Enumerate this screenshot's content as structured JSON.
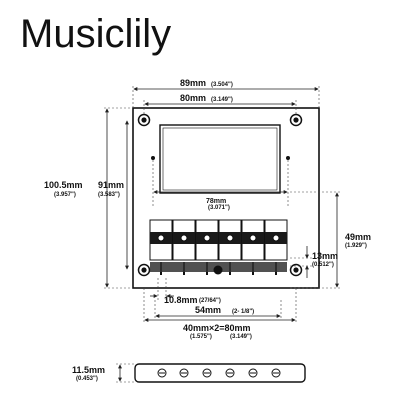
{
  "brand": "Musiclily",
  "dimensions": {
    "overall_width": {
      "mm": "89mm",
      "inch": "(3.504\")"
    },
    "mount_width": {
      "mm": "80mm",
      "inch": "(3.149\")"
    },
    "overall_length": {
      "mm": "100.5mm",
      "inch": "(3.957\")"
    },
    "mount_length": {
      "mm": "91mm",
      "inch": "(3.583\")"
    },
    "cutout_width": {
      "mm": "78mm",
      "inch": "(3.071\")"
    },
    "side_length": {
      "mm": "49mm",
      "inch": "(1.929\")"
    },
    "saddle_height_offset": {
      "mm": "13mm",
      "inch": "(0.512\")"
    },
    "saddle_width": {
      "mm": "10.8mm",
      "inch_label": "(27/64\")"
    },
    "string_span": {
      "mm": "54mm",
      "inch_label": "(2- 1/8\")"
    },
    "screw_spacing": {
      "mm": "40mm×2=80mm",
      "inch_a": "(1.575\")",
      "inch_b": "(3.149\")"
    },
    "plate_height": {
      "mm": "11.5mm",
      "inch": "(0.453\")"
    }
  },
  "colors": {
    "ink": "#111111",
    "plate": "#ffffff",
    "saddle_dark": "#1a1a1a"
  }
}
